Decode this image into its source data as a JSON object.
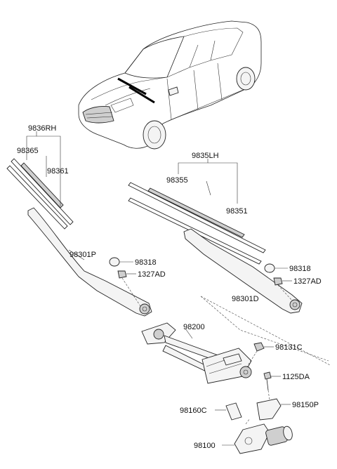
{
  "labels": {
    "blade_rh_assy": "9836RH",
    "blade_rh_refill": "98365",
    "blade_rh_blade": "98361",
    "blade_lh_assy": "9835LH",
    "blade_lh_refill": "98355",
    "blade_lh_blade": "98351",
    "arm_rh": "98301P",
    "arm_lh": "98301D",
    "cap_rh": "98318",
    "cap_lh": "98318",
    "nut_rh": "1327AD",
    "nut_lh": "1327AD",
    "linkage": "98200",
    "pivot_nut": "98131C",
    "bolt": "1125DA",
    "bracket_cover": "98160C",
    "bracket": "98150P",
    "motor": "98100"
  }
}
